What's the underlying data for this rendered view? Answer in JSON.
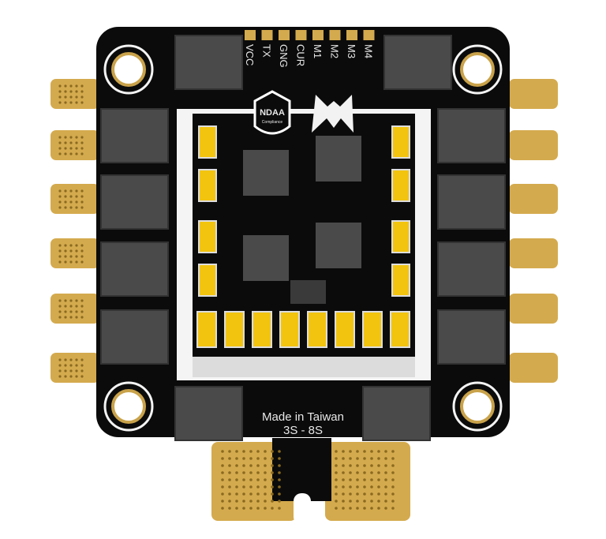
{
  "product": {
    "pin_labels": [
      "VCC",
      "TX",
      "GNG",
      "CUR",
      "M1",
      "M2",
      "M3",
      "M4"
    ],
    "badge_title": "NDAA",
    "badge_subtitle": "Compliance",
    "origin_text": "Made in Taiwan",
    "voltage_text": "3S - 8S"
  },
  "colors": {
    "board": "#0b0b0b",
    "gold_pad": "#d4aa4e",
    "capacitor": "#f2c40f",
    "mosfet": "#4a4a4a",
    "frame": "#f4f4f4"
  }
}
